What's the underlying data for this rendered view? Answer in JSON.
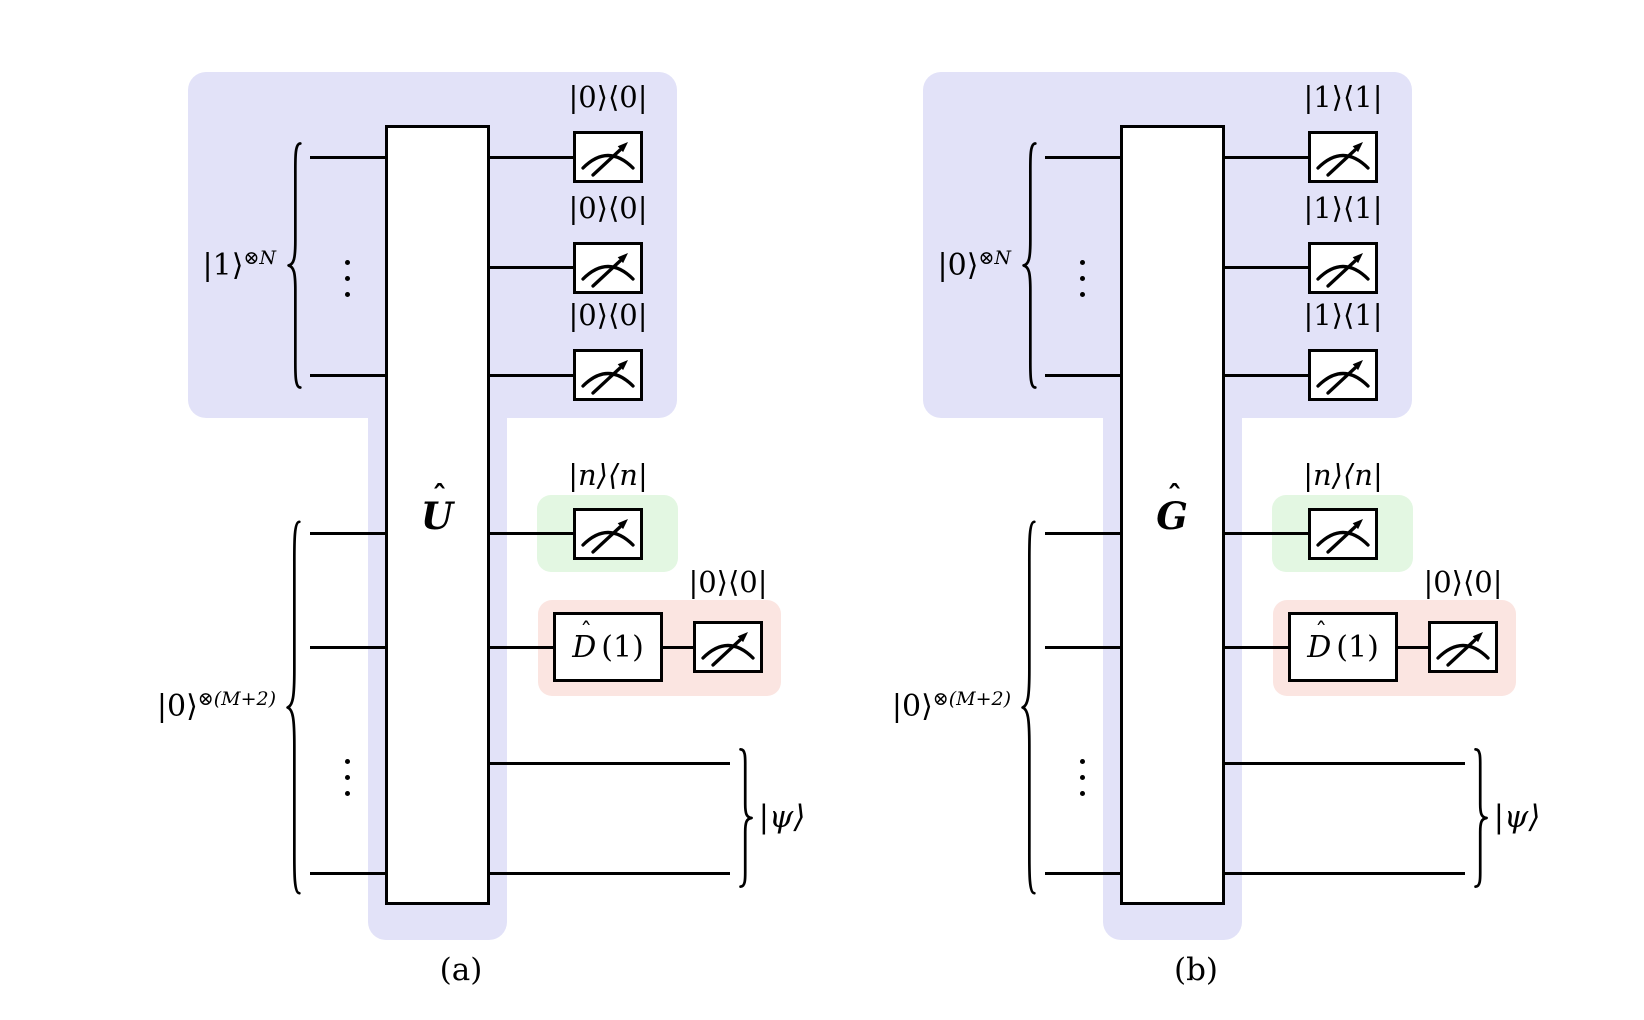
{
  "colors": {
    "lavender": "#e2e2f8",
    "green": "#e3f7e2",
    "red": "#fbe5e1",
    "wire": "#000000",
    "background": "#ffffff"
  },
  "panels": [
    {
      "caption": "(a)",
      "gate": {
        "letter": "U",
        "hat": "ˆ"
      },
      "top_group": {
        "input_base": "|1⟩",
        "input_sup": "⊗N",
        "measurement_labels": [
          "|0⟩⟨0|",
          "|0⟩⟨0|",
          "|0⟩⟨0|"
        ]
      },
      "bottom_group": {
        "input_base": "|0⟩",
        "input_sup": "⊗(M+2)",
        "number_measurement_label": "|n⟩⟨n|",
        "displacement_gate": {
          "letter": "D",
          "hat": "ˆ",
          "arg": "(1)"
        },
        "displacement_measurement_label": "|0⟩⟨0|",
        "output_state_label": "|ψ⟩"
      }
    },
    {
      "caption": "(b)",
      "gate": {
        "letter": "G",
        "hat": "ˆ"
      },
      "top_group": {
        "input_base": "|0⟩",
        "input_sup": "⊗N",
        "measurement_labels": [
          "|1⟩⟨1|",
          "|1⟩⟨1|",
          "|1⟩⟨1|"
        ]
      },
      "bottom_group": {
        "input_base": "|0⟩",
        "input_sup": "⊗(M+2)",
        "number_measurement_label": "|n⟩⟨n|",
        "displacement_gate": {
          "letter": "D",
          "hat": "ˆ",
          "arg": "(1)"
        },
        "displacement_measurement_label": "|0⟩⟨0|",
        "output_state_label": "|ψ⟩"
      }
    }
  ]
}
